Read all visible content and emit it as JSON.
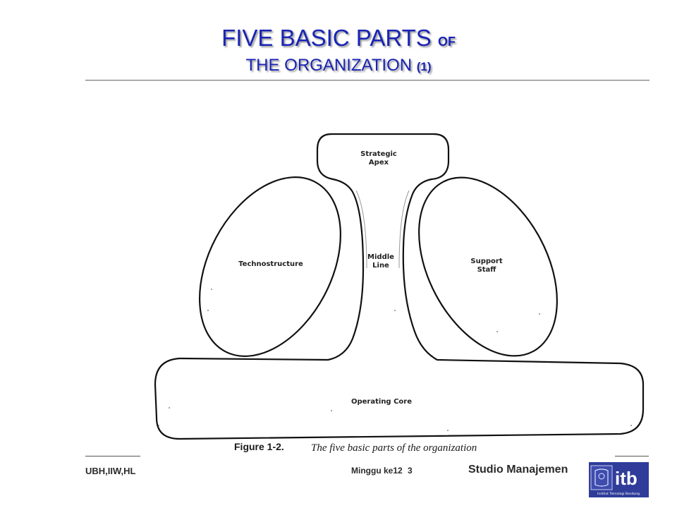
{
  "slide": {
    "title_line1_main": "FIVE BASIC PARTS",
    "title_line1_small": "OF",
    "title_line2_main": "THE ORGANIZATION",
    "title_line2_small": "(1)"
  },
  "diagram": {
    "labels": {
      "strategic_apex_1": "Strategic",
      "strategic_apex_2": "Apex",
      "middle_line_1": "Middle",
      "middle_line_2": "Line",
      "technostructure": "Technostructure",
      "support_staff_1": "Support",
      "support_staff_2": "Staff",
      "operating_core": "Operating Core"
    },
    "caption_number": "Figure 1-2.",
    "caption_text": "The five basic parts of the organization"
  },
  "footer": {
    "left": "UBH,IIW,HL",
    "center": "Minggu ke12",
    "page": "3",
    "right": "Studio Manajemen"
  },
  "colors": {
    "title": "#1a24b4",
    "logo_bg": "#2f3c9a"
  },
  "logo": {
    "icon": "itb-logo-icon",
    "text": "Institut Teknologi Bandung"
  }
}
